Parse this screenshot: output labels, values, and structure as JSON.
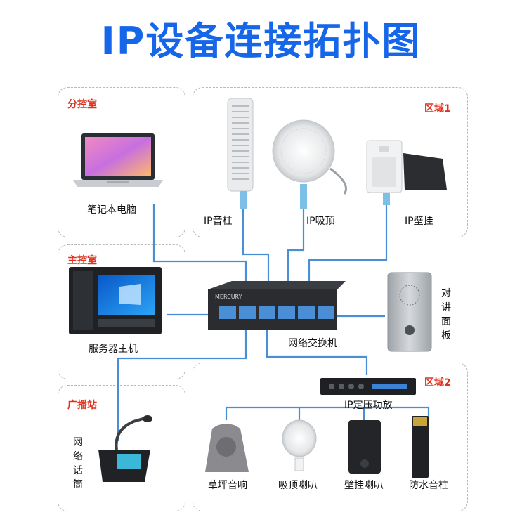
{
  "title": "IP设备连接拓扑图",
  "zones": {
    "sub_control": "分控室",
    "area1": "区域1",
    "main_control": "主控室",
    "broadcast": "广播站",
    "area2": "区域2"
  },
  "devices": {
    "laptop": "笔记本电脑",
    "ip_column": "IP音柱",
    "ip_ceiling": "IP吸顶",
    "ip_wall": "IP壁挂",
    "server": "服务器主机",
    "switch": "网络交换机",
    "intercom_chars": [
      "对",
      "讲",
      "面",
      "板"
    ],
    "amplifier": "IP定压功放",
    "mic_chars": [
      "网",
      "络",
      "话",
      "筒"
    ],
    "lawn_speaker": "草坪音响",
    "ceiling_speaker": "吸顶喇叭",
    "wall_speaker": "壁挂喇叭",
    "waterproof_column": "防水音柱"
  },
  "switch_brand": "MERCURY",
  "colors": {
    "title": "#1566e8",
    "zone_label": "#e0301e",
    "cable": "#4a8fd6",
    "zone_border": "#b8b8b8"
  }
}
